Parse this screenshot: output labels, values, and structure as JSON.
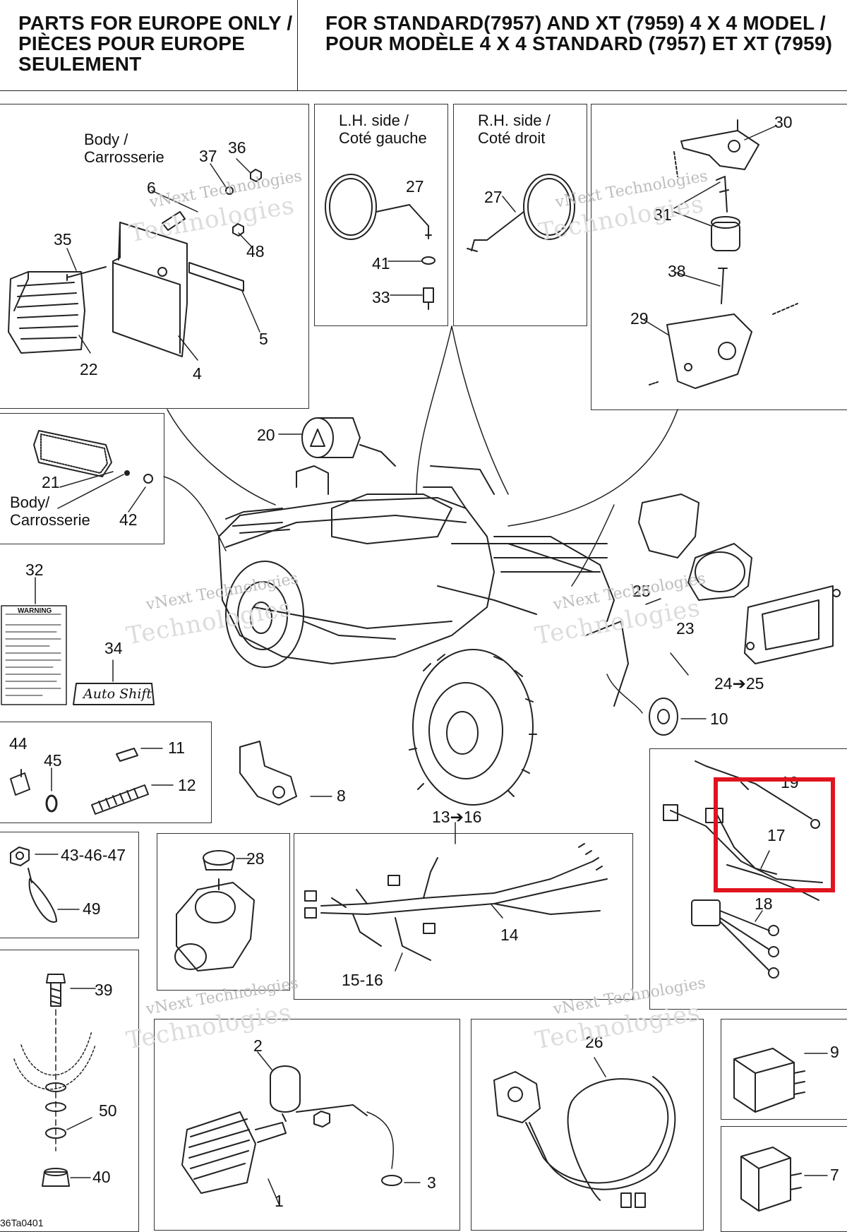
{
  "header": {
    "left_lines": [
      "PARTS FOR EUROPE ONLY /",
      "PIÈCES POUR EUROPE",
      "SEULEMENT"
    ],
    "right_lines": [
      "FOR STANDARD(7957) AND XT (7959) 4 X 4 MODEL /",
      "POUR MODÈLE 4 X 4 STANDARD (7957) ET XT (7959)"
    ]
  },
  "captions": {
    "body1": [
      "Body /",
      "Carrosserie"
    ],
    "lh": [
      "L.H. side /",
      "Coté gauche"
    ],
    "rh": [
      "R.H. side /",
      "Coté droit"
    ],
    "body2": [
      "Body/",
      "Carrosserie"
    ]
  },
  "labels": {
    "p36": "36",
    "p37": "37",
    "p6": "6",
    "p35": "35",
    "p48": "48",
    "p5": "5",
    "p22": "22",
    "p4": "4",
    "p27a": "27",
    "p41": "41",
    "p33": "33",
    "p27b": "27",
    "p30": "30",
    "p31": "31",
    "p38": "38",
    "p29": "29",
    "p20": "20",
    "p21": "21",
    "p42": "42",
    "p25": "25",
    "p23": "23",
    "p2425": "24➔25",
    "p32": "32",
    "p34": "34",
    "p10": "10",
    "p44": "44",
    "p45": "45",
    "p11": "11",
    "p12": "12",
    "p8": "8",
    "p19": "19",
    "p17": "17",
    "p18": "18",
    "p4347": "43-46-47",
    "p49": "49",
    "p28": "28",
    "p1316": "13➔16",
    "p14": "14",
    "p1516": "15-16",
    "p39": "39",
    "p50": "50",
    "p40": "40",
    "p2": "2",
    "p1": "1",
    "p3": "3",
    "p26": "26",
    "p9": "9",
    "p7": "7"
  },
  "warning_label": "WARNING",
  "decal_text": "Auto Shift",
  "watermark": {
    "line1": "vNext Technologies",
    "line2": "Technologies"
  },
  "footer_code": "36Ta0401",
  "colors": {
    "highlight": "#e0141e",
    "line": "#222222",
    "watermark": "#c8c8c8"
  }
}
